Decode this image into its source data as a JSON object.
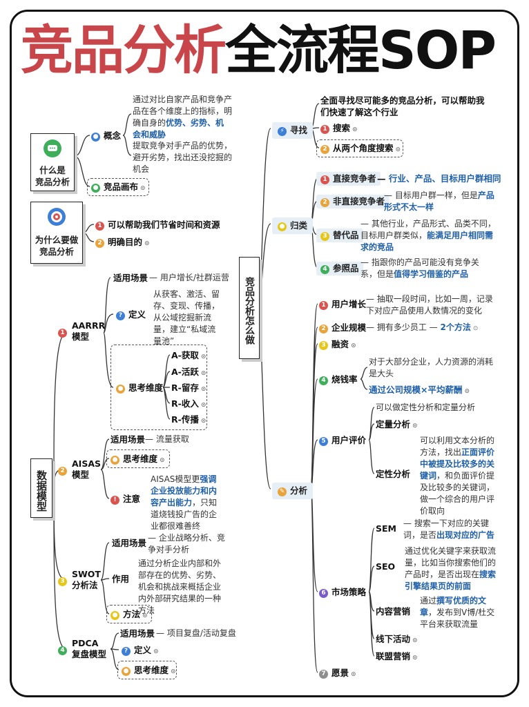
{
  "title": {
    "part1": "竞品分析",
    "part2": "全流程SOP"
  },
  "left": {
    "what": {
      "card": "什么是\n竞品分析",
      "concept": "概念",
      "concept_desc1": "通过对比自家产品和竞争产品在各个维度上的指标，明确自身的",
      "concept_desc1_hl": "优势、劣势、机会和威胁",
      "concept_desc2": "提取竞争对手产品的优势，避开劣势，找出还没挖掘的机会",
      "canvas": "竞品画布"
    },
    "why": {
      "card": "为什么要做\n竞品分析",
      "item1": "可以帮助我们节省时间和资源",
      "item2": "明确目的"
    },
    "models": {
      "card": "数据模型",
      "aarrr": "AARRR\n模型",
      "aarrr_scene_label": "适用场景",
      "aarrr_scene": "用户增长/社群运营",
      "aarrr_def_label": "定义",
      "aarrr_def": "从获客、激活、留存、变现、传播，从公域挖掘新流量，建立“私域流量池”",
      "aarrr_dim_label": "思考维度",
      "aarrr_dims": [
        "A-获取",
        "A-活跃",
        "R-留存",
        "R-收入",
        "R-传播"
      ],
      "aisas": "AISAS\n模型",
      "aisas_scene_label": "适用场景",
      "aisas_scene": "流量获取",
      "aisas_dim_label": "思考维度",
      "aisas_note_label": "注意",
      "aisas_note_pre": "AISAS模型更",
      "aisas_note_hl": "强调企业投放能力和内容产出能力",
      "aisas_note_post": "，只知道烧钱投广告的企业都很难善终",
      "swot": "SWOT\n分析法",
      "swot_scene_label": "适用场景",
      "swot_scene": "企业战略分析、竞争对手分析",
      "swot_use_label": "作用",
      "swot_use": "通过分析企业内部和外部存在的优势、劣势、机会和挑战来概括企业内外部研究结果的一种方法",
      "swot_method": "方法",
      "pdca": "PDCA\n复盘模型",
      "pdca_scene_label": "适用场景",
      "pdca_scene": "项目复盘/活动复盘",
      "pdca_def": "定义",
      "pdca_dim": "思考维度"
    }
  },
  "right": {
    "root": "竞品分析怎么做",
    "find": {
      "label": "寻找",
      "intro": "全面寻找尽可能多的竞品分析，可以帮助我们快速了解这个行业",
      "search": "搜索",
      "angles": "从两个角度搜索"
    },
    "classify": {
      "label": "归类",
      "direct": "直接竞争者",
      "direct_desc": "行业、产品、目标用户群相同",
      "indirect": "非直接竞争者",
      "indirect_desc_pre": "目标用户群一样，但是",
      "indirect_desc_hl": "产品形式不太一样",
      "substitute": "替代品",
      "substitute_pre": "其他行业，产品形式、品类不同，目标用户群类似，",
      "substitute_hl": "能满足用户相同需求的竞品",
      "reference": "参照品",
      "reference_pre": "指跟你的产品可能没有竞争关系，但是",
      "reference_hl": "值得学习借鉴的产品"
    },
    "analyze": {
      "label": "分析",
      "growth": "用户增长",
      "growth_desc": "抽取一段时间，比如一周，记录下对应产品使用人数情况的变化",
      "scale": "企业规模",
      "scale_desc_pre": "拥有多少员工",
      "scale_desc_hl": "2个方法",
      "finance": "融资",
      "burn": "烧钱率",
      "burn_desc": "对于大部分企业，人力资源的消耗是大头",
      "burn_formula": "通过公司规模×平均薪酬",
      "review": "用户评价",
      "review_desc": "可以做定性分析和定量分析",
      "quant": "定量分析",
      "qual": "定性分析",
      "qual_pre": "可以利用文本分析的方法，找出",
      "qual_hl": "正面评价中被提及比较多的关键词",
      "qual_post": "，和负面评价提及比较多的关键词，做一个综合的用户评价取向",
      "market": "市场策略",
      "sem": "SEM",
      "sem_pre": "搜索一下对应的关键词，是否",
      "sem_hl": "出现对应的广告",
      "seo": "SEO",
      "seo_pre": "通过优化关键字来获取流量，比如当你搜索他们的产品时，是否出现在",
      "seo_hl": "搜索引擎结果页的前面",
      "content": "内容营销",
      "content_pre": "通过",
      "content_hl": "撰写优质的文章",
      "content_post": "，发布到V博/杜交平台来获取流量",
      "offline": "线下活动",
      "affiliate": "联盟营销",
      "vision": "愿景"
    }
  },
  "colors": {
    "red": "#c8464a",
    "blue": "#1f5fa8",
    "highlight": "#e6eff5"
  }
}
